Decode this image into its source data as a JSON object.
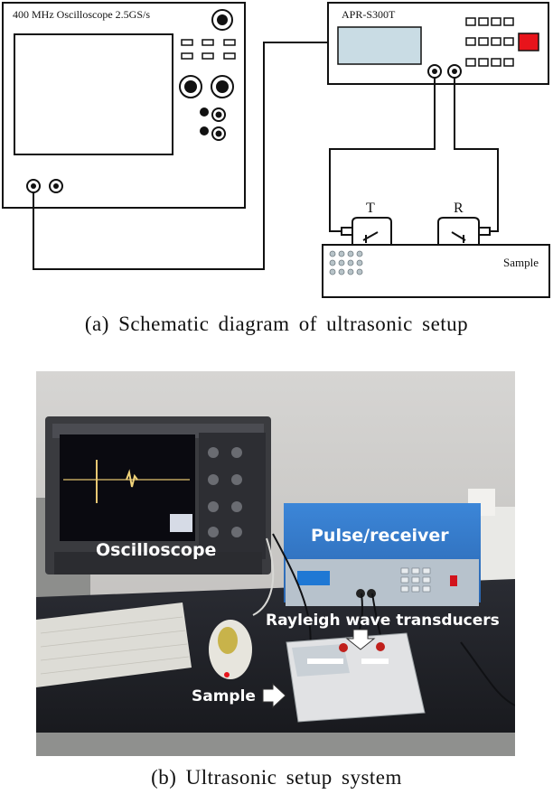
{
  "schematic": {
    "oscilloscope_label": "400 MHz Oscilloscope 2.5GS/s",
    "pulser_label": "APR-S300T",
    "transmitter_label": "T",
    "receiver_label": "R",
    "sample_label": "Sample"
  },
  "photo": {
    "oscilloscope_label": "Oscilloscope",
    "pulser_label": "Pulse/receiver",
    "transducers_label": "Rayleigh wave transducers",
    "sample_label": "Sample"
  },
  "captions": {
    "a": "(a)  Schematic diagram of ultrasonic setup",
    "b": "(b)  Ultrasonic setup system"
  },
  "colors": {
    "stroke": "#111111",
    "screen": "#c9dce4",
    "red_button": "#e8141b",
    "photo_label_blue": "#ffffff"
  }
}
